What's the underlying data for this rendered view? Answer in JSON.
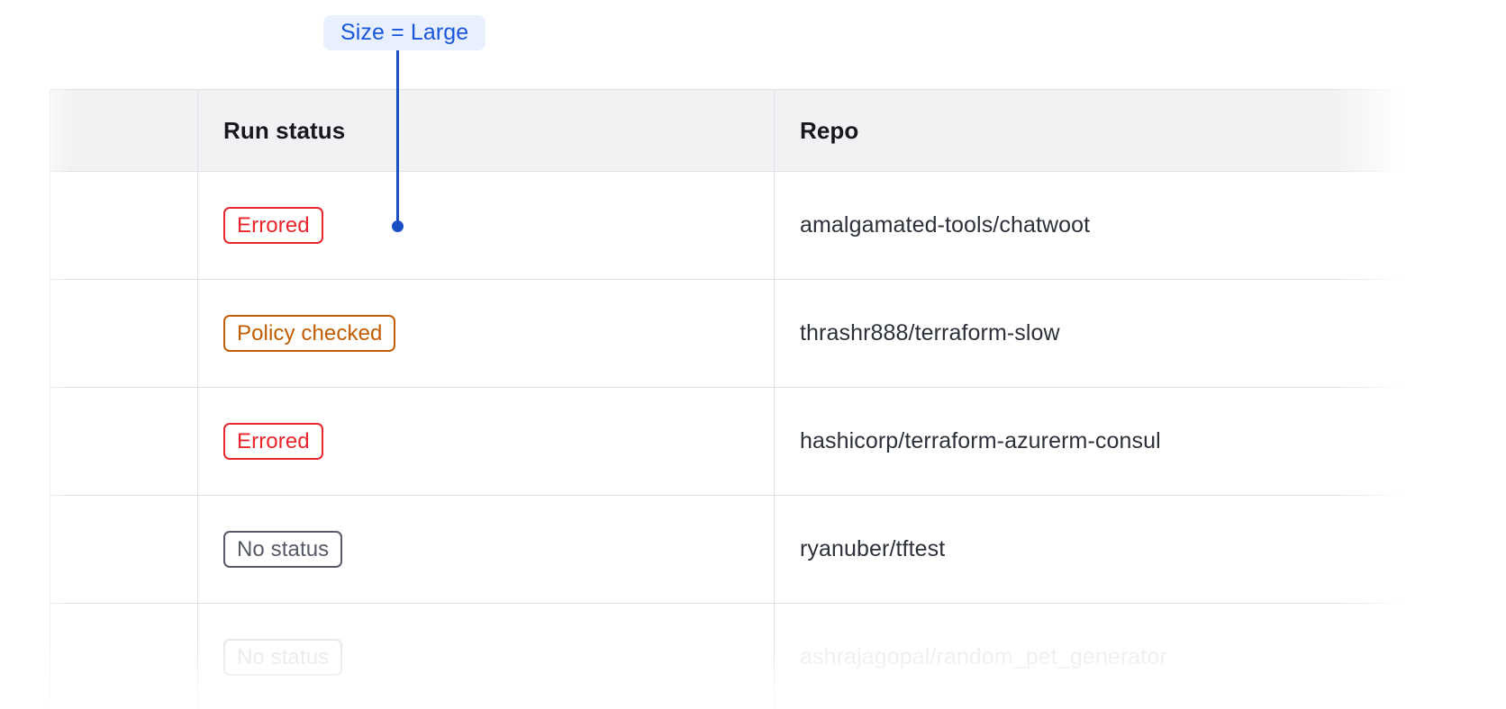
{
  "annotation": {
    "label": "Size = Large",
    "pill_background": "#e8f0fe",
    "pill_text_color": "#1a56db",
    "connector_color": "#1a4fc4"
  },
  "table": {
    "columns": [
      {
        "key": "spacer",
        "label": ""
      },
      {
        "key": "run_status",
        "label": "Run status"
      },
      {
        "key": "repo",
        "label": "Repo"
      },
      {
        "key": "tail",
        "label": ""
      }
    ],
    "header_background": "#f1f2f3",
    "border_color": "#dfe1e4",
    "rows": [
      {
        "status": "Errored",
        "status_variant": "errored",
        "status_color": "#e8262b",
        "repo": "amalgamated-tools/chatwoot",
        "faded": false
      },
      {
        "status": "Policy checked",
        "status_variant": "policy-checked",
        "status_color": "#c25c00",
        "repo": "thrashr888/terraform-slow",
        "faded": false
      },
      {
        "status": "Errored",
        "status_variant": "errored",
        "status_color": "#e8262b",
        "repo": "hashicorp/terraform-azurerm-consul",
        "faded": false
      },
      {
        "status": "No status",
        "status_variant": "no-status",
        "status_color": "#565a66",
        "repo": "ryanuber/tftest",
        "faded": false
      },
      {
        "status": "No status",
        "status_variant": "no-status",
        "status_color": "#e3e4e7",
        "repo": "ashrajagopal/random_pet_generator",
        "faded": true
      }
    ]
  }
}
